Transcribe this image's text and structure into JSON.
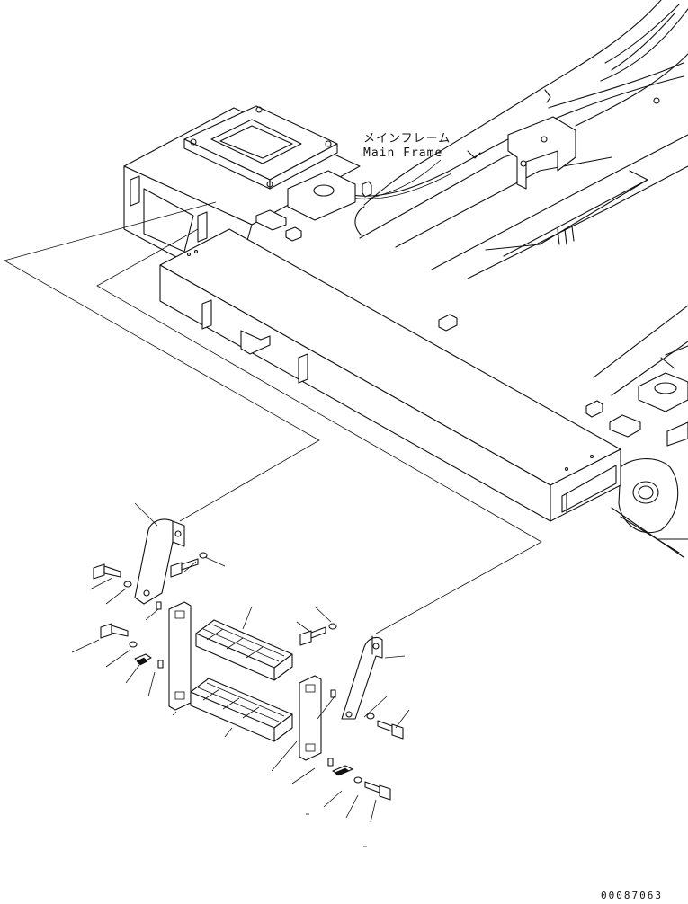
{
  "callout": {
    "label_jp": "メインフレーム",
    "label_en": "Main Frame"
  },
  "drawing_number": "00087063"
}
